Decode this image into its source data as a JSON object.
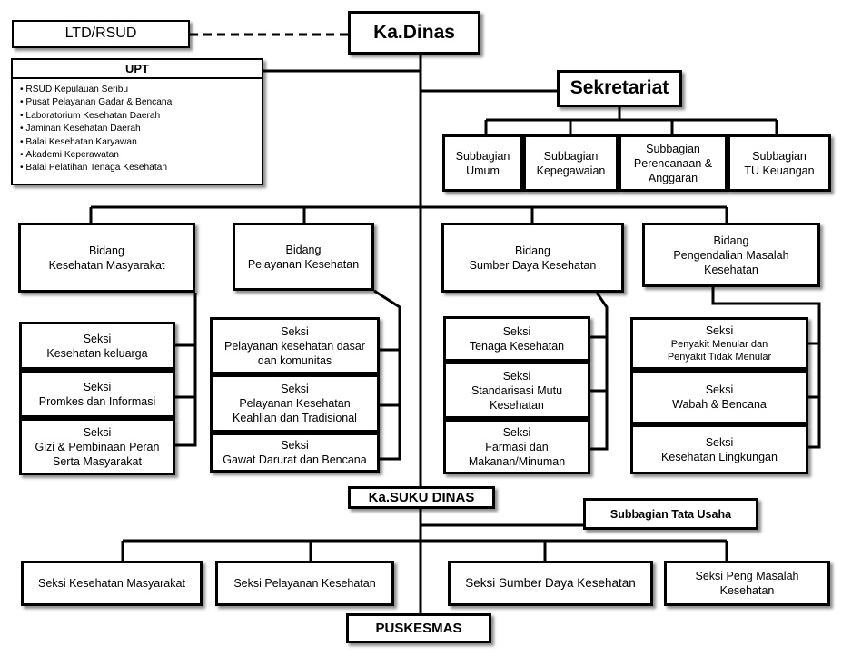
{
  "ltd": "LTD/RSUD",
  "head": "Ka.Dinas",
  "upt": {
    "title": "UPT",
    "items": [
      "RSUD Kepulauan Seribu",
      "Pusat Pelayanan Gadar & Bencana",
      "Laboratorium Kesehatan Daerah",
      "Jaminan Kesehatan Daerah",
      "Balai Kesehatan Karyawan",
      "Akademi Keperawatan",
      "Balai Pelatihan Tenaga Kesehatan"
    ]
  },
  "sekretariat": {
    "title": "Sekretariat",
    "subbagian": [
      [
        "Subbagian",
        "Umum"
      ],
      [
        "Subbagian",
        "Kepegawaian"
      ],
      [
        "Subbagian",
        "Perencanaan &",
        "Anggaran"
      ],
      [
        "Subbagian",
        "TU Keuangan"
      ]
    ]
  },
  "bidang": [
    {
      "title": [
        "Bidang",
        "Kesehatan Masyarakat"
      ],
      "seksi": [
        [
          "Seksi",
          "Kesehatan keluarga"
        ],
        [
          "Seksi",
          "Promkes dan Informasi"
        ],
        [
          "Seksi",
          "Gizi & Pembinaan Peran",
          "Serta Masyarakat"
        ]
      ]
    },
    {
      "title": [
        "Bidang",
        "Pelayanan Kesehatan"
      ],
      "seksi": [
        [
          "Seksi",
          "Pelayanan kesehatan dasar",
          "dan komunitas"
        ],
        [
          "Seksi",
          "Pelayanan Kesehatan",
          "Keahlian dan Tradisional"
        ],
        [
          "Seksi",
          "Gawat Darurat dan Bencana"
        ]
      ]
    },
    {
      "title": [
        "Bidang",
        "Sumber Daya Kesehatan"
      ],
      "seksi": [
        [
          "Seksi",
          "Tenaga Kesehatan"
        ],
        [
          "Seksi",
          "Standarisasi Mutu",
          "Kesehatan"
        ],
        [
          "Seksi",
          "Farmasi dan",
          "Makanan/Minuman"
        ]
      ]
    },
    {
      "title": [
        "Bidang",
        "Pengendalian  Masalah",
        "Kesehatan"
      ],
      "seksi": [
        [
          "Seksi",
          "Penyakit Menular dan",
          "Penyakit Tidak Menular"
        ],
        [
          "Seksi",
          "Wabah & Bencana"
        ],
        [
          "Seksi",
          "Kesehatan Lingkungan"
        ]
      ]
    }
  ],
  "suku_dinas": {
    "title": "Ka.SUKU DINAS",
    "tata_usaha": "Subbagian Tata Usaha",
    "seksi": [
      [
        "Seksi Kesehatan Masyarakat"
      ],
      [
        "Seksi Pelayanan Kesehatan"
      ],
      [
        "Seksi Sumber Daya Kesehatan"
      ],
      [
        "Seksi Peng Masalah",
        "Kesehatan"
      ]
    ]
  },
  "puskesmas": "PUSKESMAS"
}
